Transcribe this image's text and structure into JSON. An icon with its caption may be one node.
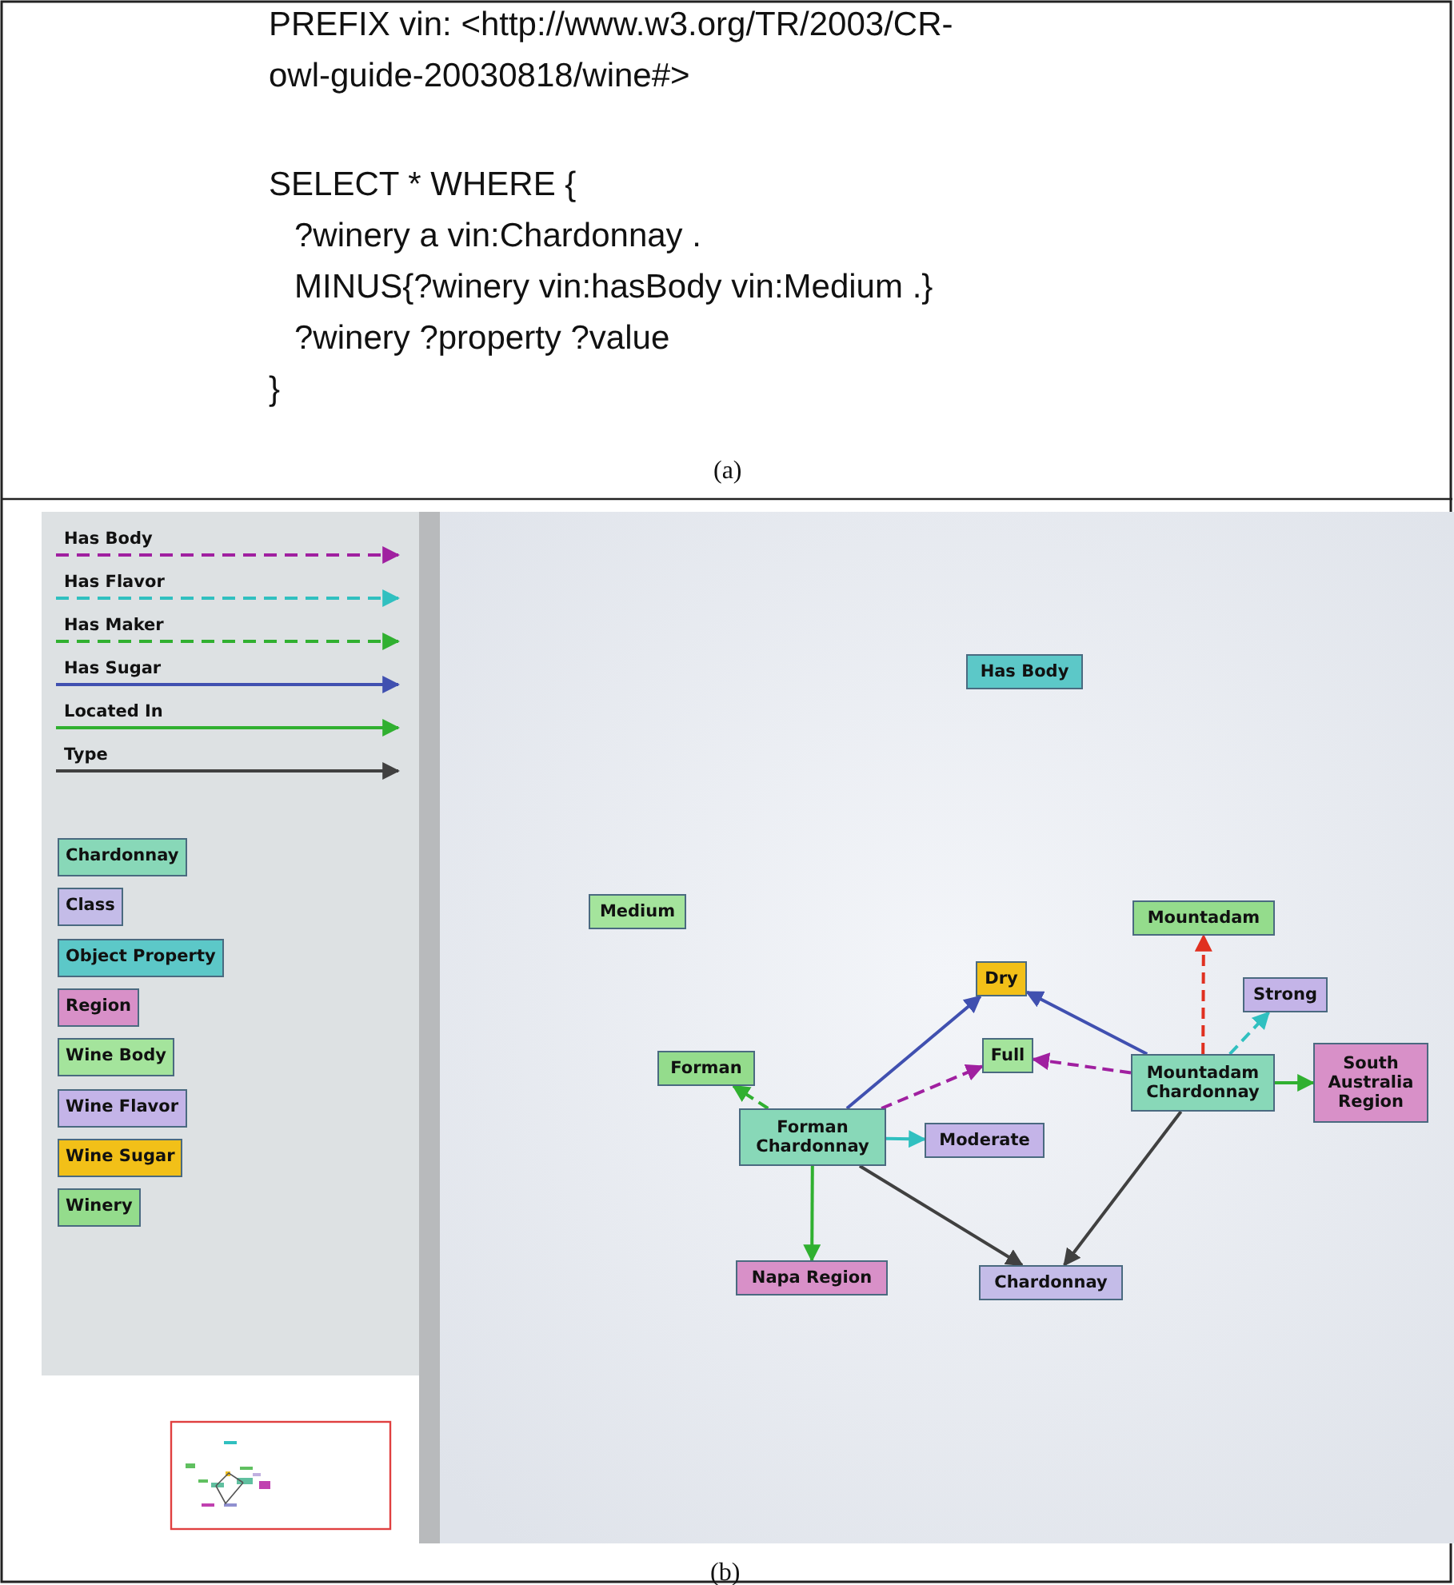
{
  "diagram": {
    "nodes": [
      {
        "text": [
          "Has Body"
        ]
      },
      {
        "text": [
          "Medium"
        ]
      },
      {
        "text": [
          "Mountadam"
        ]
      },
      {
        "text": [
          "Dry"
        ]
      },
      {
        "text": [
          "Strong"
        ]
      },
      {
        "text": [
          "Forman"
        ]
      },
      {
        "text": [
          "Full"
        ]
      },
      {
        "text": [
          "Mountadam Chardonnay"
        ]
      },
      {
        "text": [
          "South Australia Region"
        ]
      },
      {
        "text": [
          "Forman Chardonnay"
        ]
      },
      {
        "text": [
          "Moderate"
        ]
      },
      {
        "text": [
          "Napa Region"
        ]
      },
      {
        "text": [
          "Chardonnay"
        ]
      }
    ],
    "edges": [
      {
        "from": 9,
        "to": 3,
        "arrow": "to",
        "color": "#4050b0"
      },
      {
        "from": 7,
        "to": 3,
        "arrow": "to",
        "color": "#4050b0"
      },
      {
        "from": 9,
        "to": 6,
        "arrow": "to",
        "style": "dashed",
        "color": "#a020a0"
      },
      {
        "from": 7,
        "to": 6,
        "arrow": "to",
        "style": "dashed",
        "color": "#a020a0"
      },
      {
        "from": 9,
        "to": 5,
        "arrow": "to",
        "style": "dashed",
        "color": "#30b030"
      },
      {
        "from": 7,
        "to": 2,
        "arrow": "to",
        "style": "dashed",
        "color": "#e03020"
      },
      {
        "from": 7,
        "to": 4,
        "arrow": "to",
        "style": "dashed",
        "color": "#30c0c0"
      },
      {
        "from": 9,
        "to": 10,
        "arrow": "to",
        "color": "#30c0c0"
      },
      {
        "from": 7,
        "to": 8,
        "arrow": "to",
        "color": "#30b030"
      },
      {
        "from": 9,
        "to": 11,
        "arrow": "to",
        "color": "#30b030"
      },
      {
        "from": 9,
        "to": 12,
        "arrow": "to",
        "color": "#404040"
      },
      {
        "from": 7,
        "to": 12,
        "arrow": "to",
        "color": "#404040"
      }
    ],
    "labels": [
      "PREFIX vin:  <http://www.w3.org/TR/2003/CR-owl-guide-20030818/wine#>",
      "SELECT * WHERE {",
      "?winery a vin:Chardonnay .",
      "MINUS{?winery vin:hasBody vin:Medium .}",
      "?winery ?property ?value",
      "}",
      "(a)",
      "(b)"
    ],
    "legend": [
      {
        "text": "Has Body"
      },
      {
        "text": "Has Flavor"
      },
      {
        "text": "Has Maker"
      },
      {
        "text": "Has Sugar"
      },
      {
        "text": "Located In"
      },
      {
        "text": "Type"
      },
      {
        "text": "Chardonnay",
        "color": "#88d8b8"
      },
      {
        "text": "Class",
        "color": "#c4bce8"
      },
      {
        "text": "Object Property",
        "color": "#5cc8c8"
      },
      {
        "text": "Region",
        "color": "#d890c8"
      },
      {
        "text": "Wine Body",
        "color": "#a4e49c"
      },
      {
        "text": "Wine Flavor",
        "color": "#c4b4e8"
      },
      {
        "text": "Wine Sugar",
        "color": "#f2c018"
      },
      {
        "text": "Winery",
        "color": "#94dc8c"
      }
    ]
  }
}
